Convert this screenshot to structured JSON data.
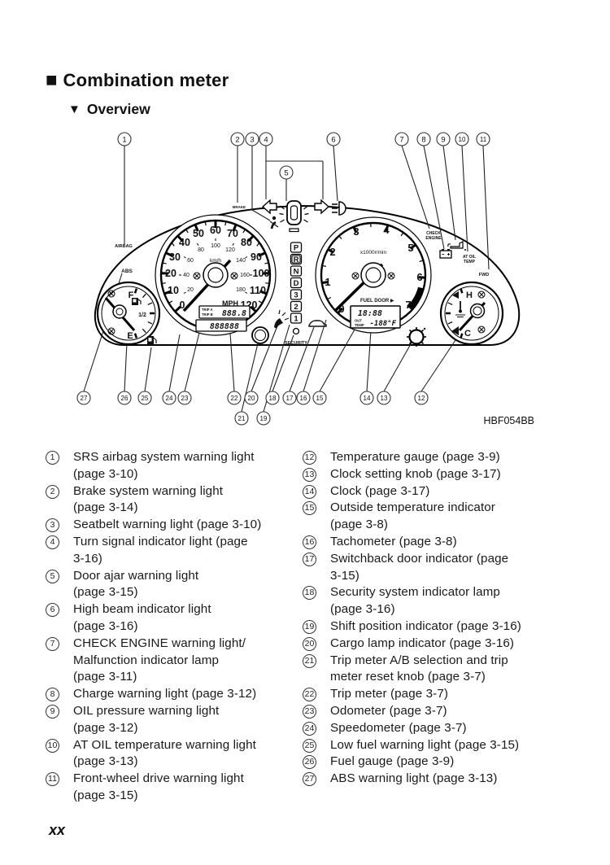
{
  "page": {
    "title": "Combination meter",
    "subtitle": "Overview",
    "figure_code": "HBF054BB",
    "page_number": "xx"
  },
  "icons": {
    "section_bullet": "■",
    "subsection_bullet": "▼",
    "fuel_pump": "fuel-pump",
    "low_fuel": "fuel-pump",
    "seatbelt": "seated-person-with-belt",
    "door_ajar": "car-top-view-open-doors",
    "left_turn": "hollow-arrow-left",
    "right_turn": "hollow-arrow-right",
    "high_beam": "lamp-with-beams",
    "battery": "battery-outline",
    "oil_pressure": "oil-can",
    "thermometer": "thermometer-in-liquid",
    "cargo_lamp": "lamp-with-rays",
    "switchback_door": "car-side-view",
    "screw": "circled-cross"
  },
  "diagram": {
    "labels": {
      "airbag": "AIRBAG",
      "abs": "ABS",
      "brake": "BRAKE",
      "check1": "CHECK",
      "check2": "ENGINE",
      "atoil1": "AT OIL",
      "atoil2": "TEMP",
      "fwd": "FWD",
      "security": "SECURITY"
    },
    "speedometer": {
      "unit": "MPH",
      "inner_unit": "km/h",
      "mph": [
        "0",
        "10",
        "20",
        "30",
        "40",
        "50",
        "60",
        "70",
        "80",
        "90",
        "100",
        "110",
        "120"
      ],
      "kmh": [
        "20",
        "40",
        "60",
        "80",
        "100",
        "120",
        "140",
        "160",
        "180"
      ]
    },
    "tachometer": {
      "unit": "x1000r/min",
      "fuel_door": "FUEL  DOOR ▶",
      "n": [
        "0",
        "1",
        "2",
        "3",
        "4",
        "5",
        "6",
        "7"
      ]
    },
    "fuel_gauge": {
      "full": "F",
      "half": "1/2",
      "empty": "E"
    },
    "temp_gauge": {
      "hot": "H",
      "cold": "C"
    },
    "shift": [
      "P",
      "R",
      "N",
      "D",
      "3",
      "2",
      "1"
    ],
    "lcd": {
      "trip_a": "TRIP A",
      "trip_b": "TRIP B",
      "trip_value": "888.8",
      "odometer": "888888",
      "clock": "18:88",
      "out_label": "OUT",
      "temp_label": "TEMP",
      "out_temp": "-188°F"
    },
    "callout_numbers": [
      "1",
      "2",
      "3",
      "4",
      "5",
      "6",
      "7",
      "8",
      "9",
      "10",
      "11",
      "12",
      "13",
      "14",
      "15",
      "16",
      "17",
      "18",
      "19",
      "20",
      "21",
      "22",
      "23",
      "24",
      "25",
      "26",
      "27"
    ]
  },
  "legend": {
    "left": [
      {
        "num": "1",
        "text": "SRS airbag system warning light\n(page 3-10)"
      },
      {
        "num": "2",
        "text": "Brake system warning light\n(page 3-14)"
      },
      {
        "num": "3",
        "text": "Seatbelt warning light (page 3-10)"
      },
      {
        "num": "4",
        "text": "Turn signal indicator light (page\n3-16)"
      },
      {
        "num": "5",
        "text": "Door ajar warning light\n(page 3-15)"
      },
      {
        "num": "6",
        "text": "High beam indicator light\n(page 3-16)"
      },
      {
        "num": "7",
        "text": "CHECK ENGINE warning light/\nMalfunction indicator lamp\n(page 3-11)"
      },
      {
        "num": "8",
        "text": "Charge warning light (page 3-12)"
      },
      {
        "num": "9",
        "text": "OIL pressure warning light\n(page 3-12)"
      },
      {
        "num": "10",
        "text": "AT OIL temperature warning light\n(page 3-13)"
      },
      {
        "num": "11",
        "text": "Front-wheel drive warning light\n(page 3-15)"
      }
    ],
    "right": [
      {
        "num": "12",
        "text": "Temperature gauge (page 3-9)"
      },
      {
        "num": "13",
        "text": "Clock setting knob (page 3-17)"
      },
      {
        "num": "14",
        "text": "Clock (page 3-17)"
      },
      {
        "num": "15",
        "text": "Outside temperature indicator\n(page 3-8)"
      },
      {
        "num": "16",
        "text": "Tachometer (page 3-8)"
      },
      {
        "num": "17",
        "text": "Switchback door indicator (page\n3-15)"
      },
      {
        "num": "18",
        "text": "Security system indicator lamp\n(page 3-16)"
      },
      {
        "num": "19",
        "text": "Shift position indicator (page 3-16)"
      },
      {
        "num": "20",
        "text": "Cargo lamp indicator (page 3-16)"
      },
      {
        "num": "21",
        "text": "Trip meter A/B selection and trip\nmeter reset knob (page 3-7)"
      },
      {
        "num": "22",
        "text": "Trip meter (page 3-7)"
      },
      {
        "num": "23",
        "text": "Odometer (page 3-7)"
      },
      {
        "num": "24",
        "text": "Speedometer (page 3-7)"
      },
      {
        "num": "25",
        "text": "Low fuel warning light (page 3-15)"
      },
      {
        "num": "26",
        "text": "Fuel gauge (page 3-9)"
      },
      {
        "num": "27",
        "text": "ABS warning light (page 3-13)"
      }
    ]
  }
}
